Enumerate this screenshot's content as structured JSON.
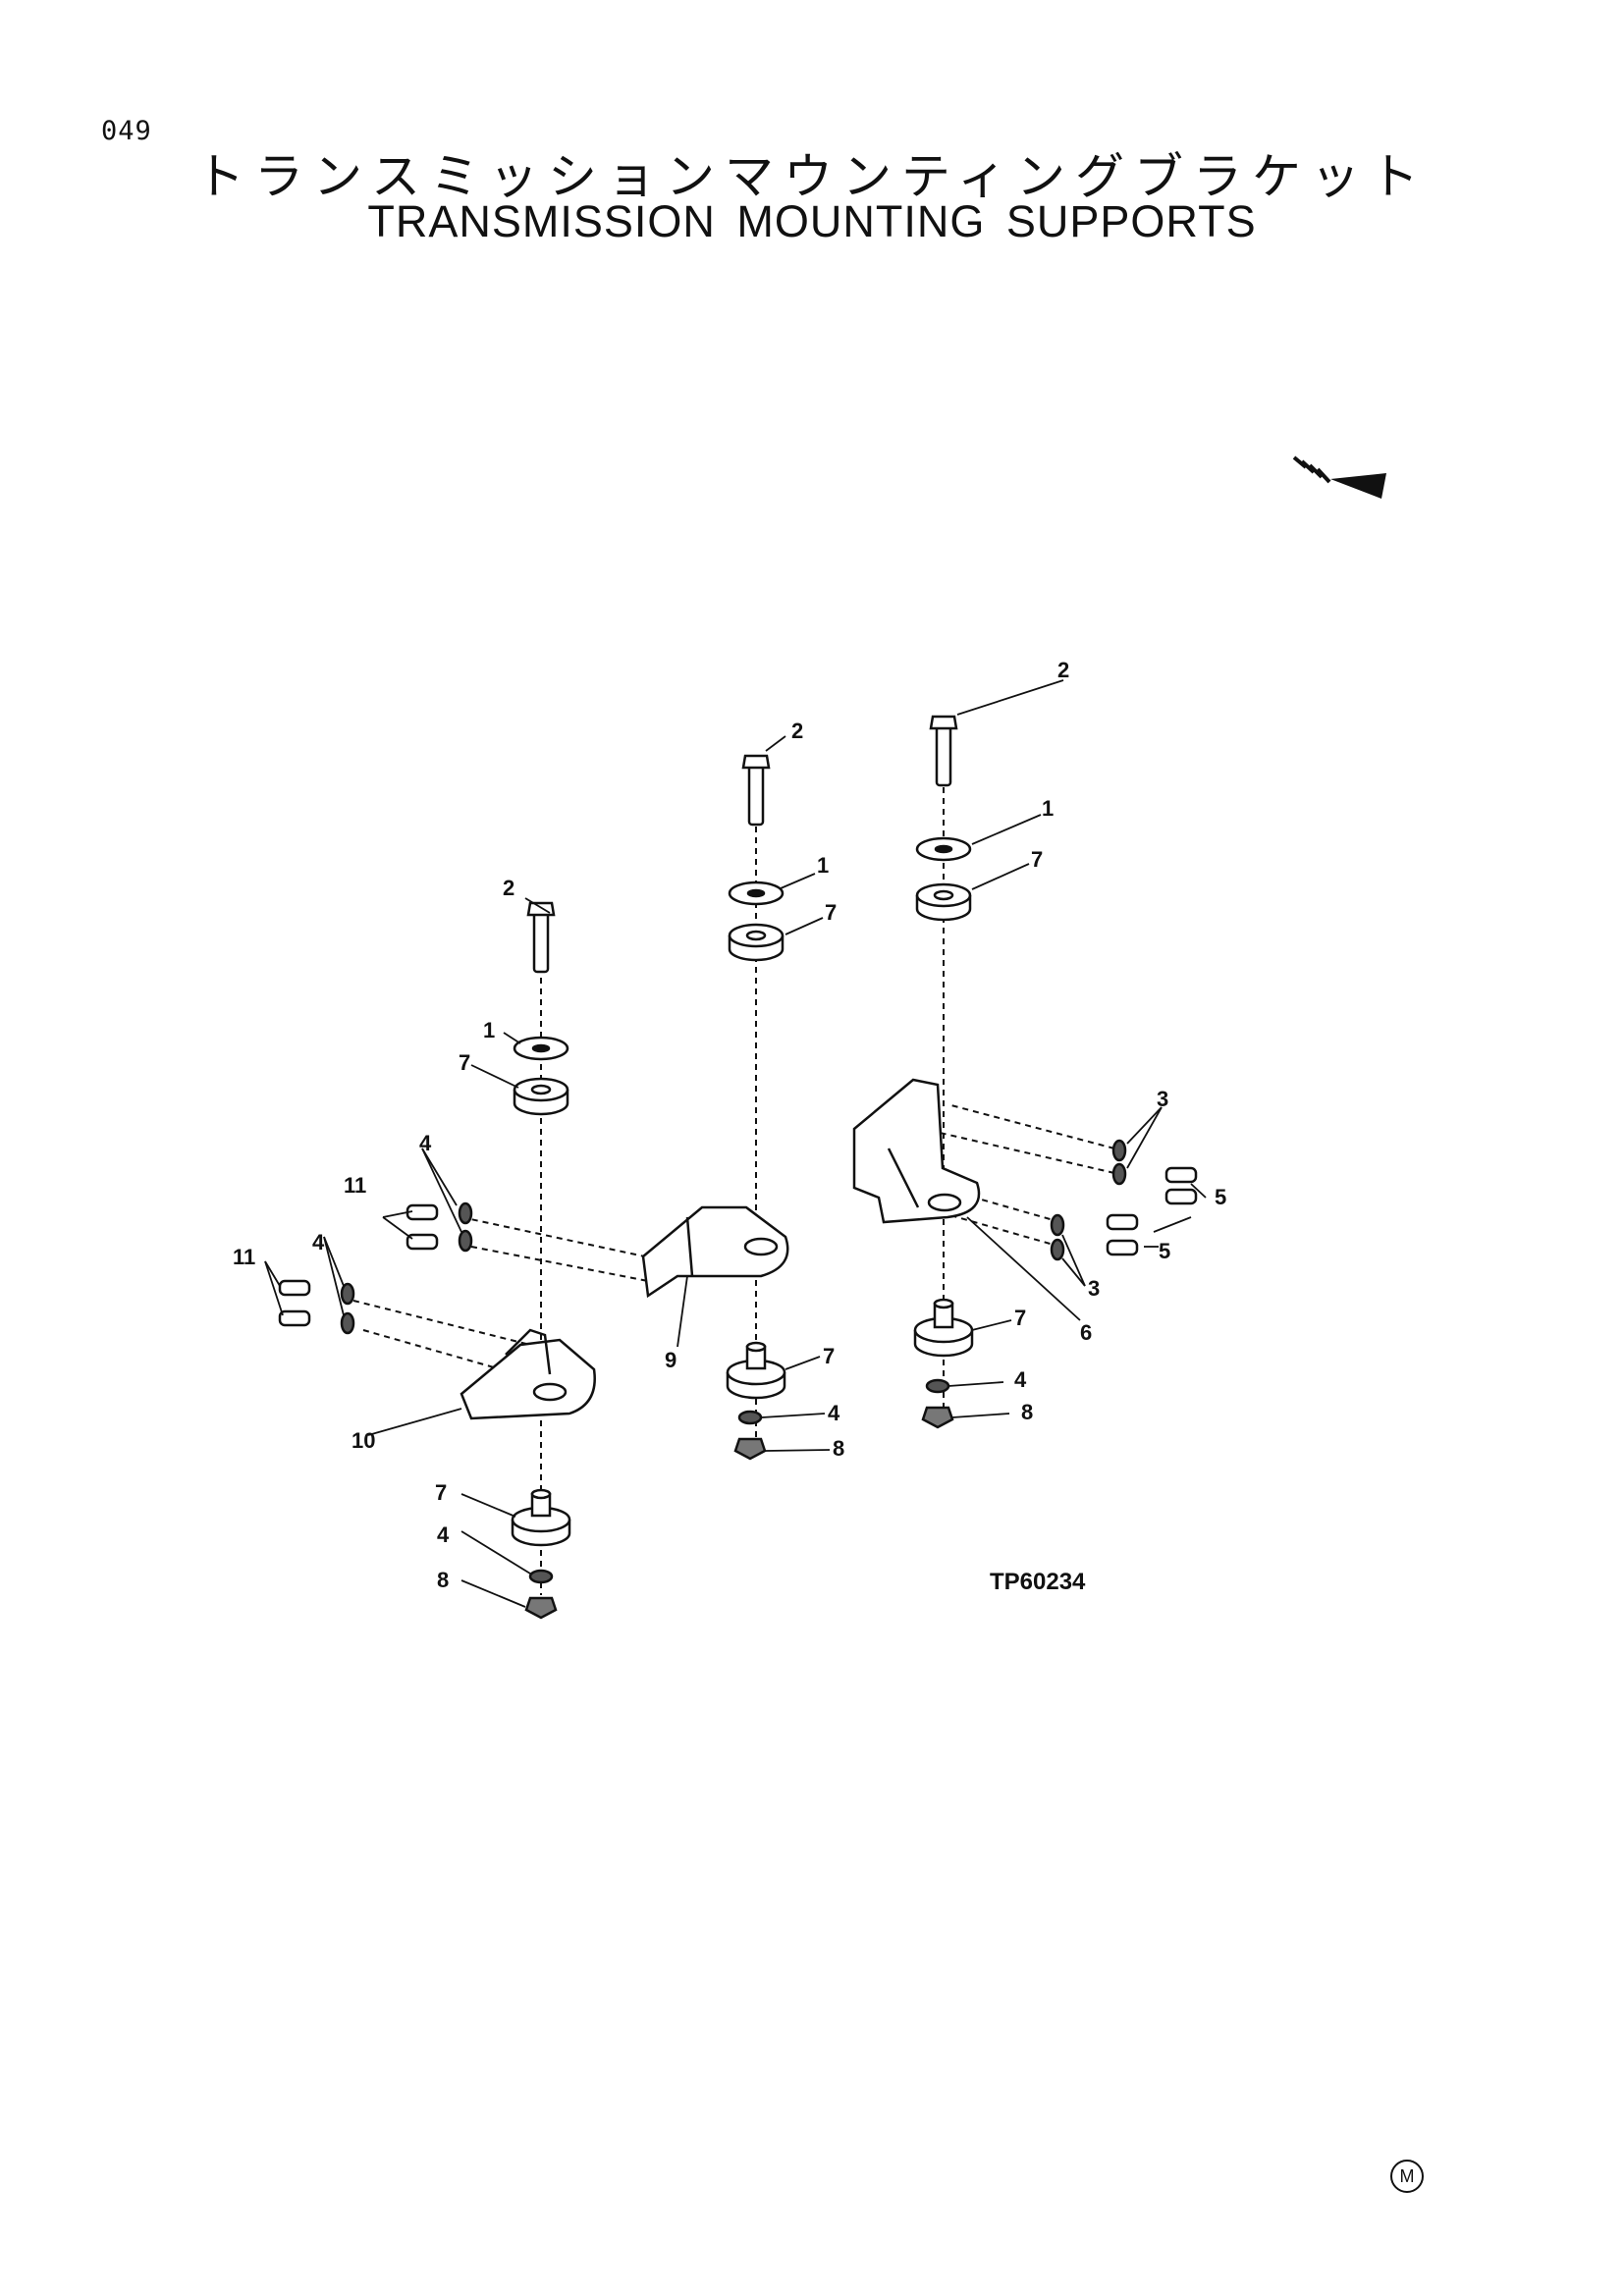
{
  "page_number": "049",
  "title_jp": "トランスミッションマウンティングブラケット",
  "title_en": "TRANSMISSION MOUNTING SUPPORTS",
  "drawing_code": "TP60234",
  "corner_mark": "M",
  "callouts": {
    "c1": "1",
    "c2": "2",
    "c3": "3",
    "c4": "4",
    "c5": "5",
    "c6": "6",
    "c7": "7",
    "c8": "8",
    "c9": "9",
    "c10": "10",
    "c11": "11"
  }
}
